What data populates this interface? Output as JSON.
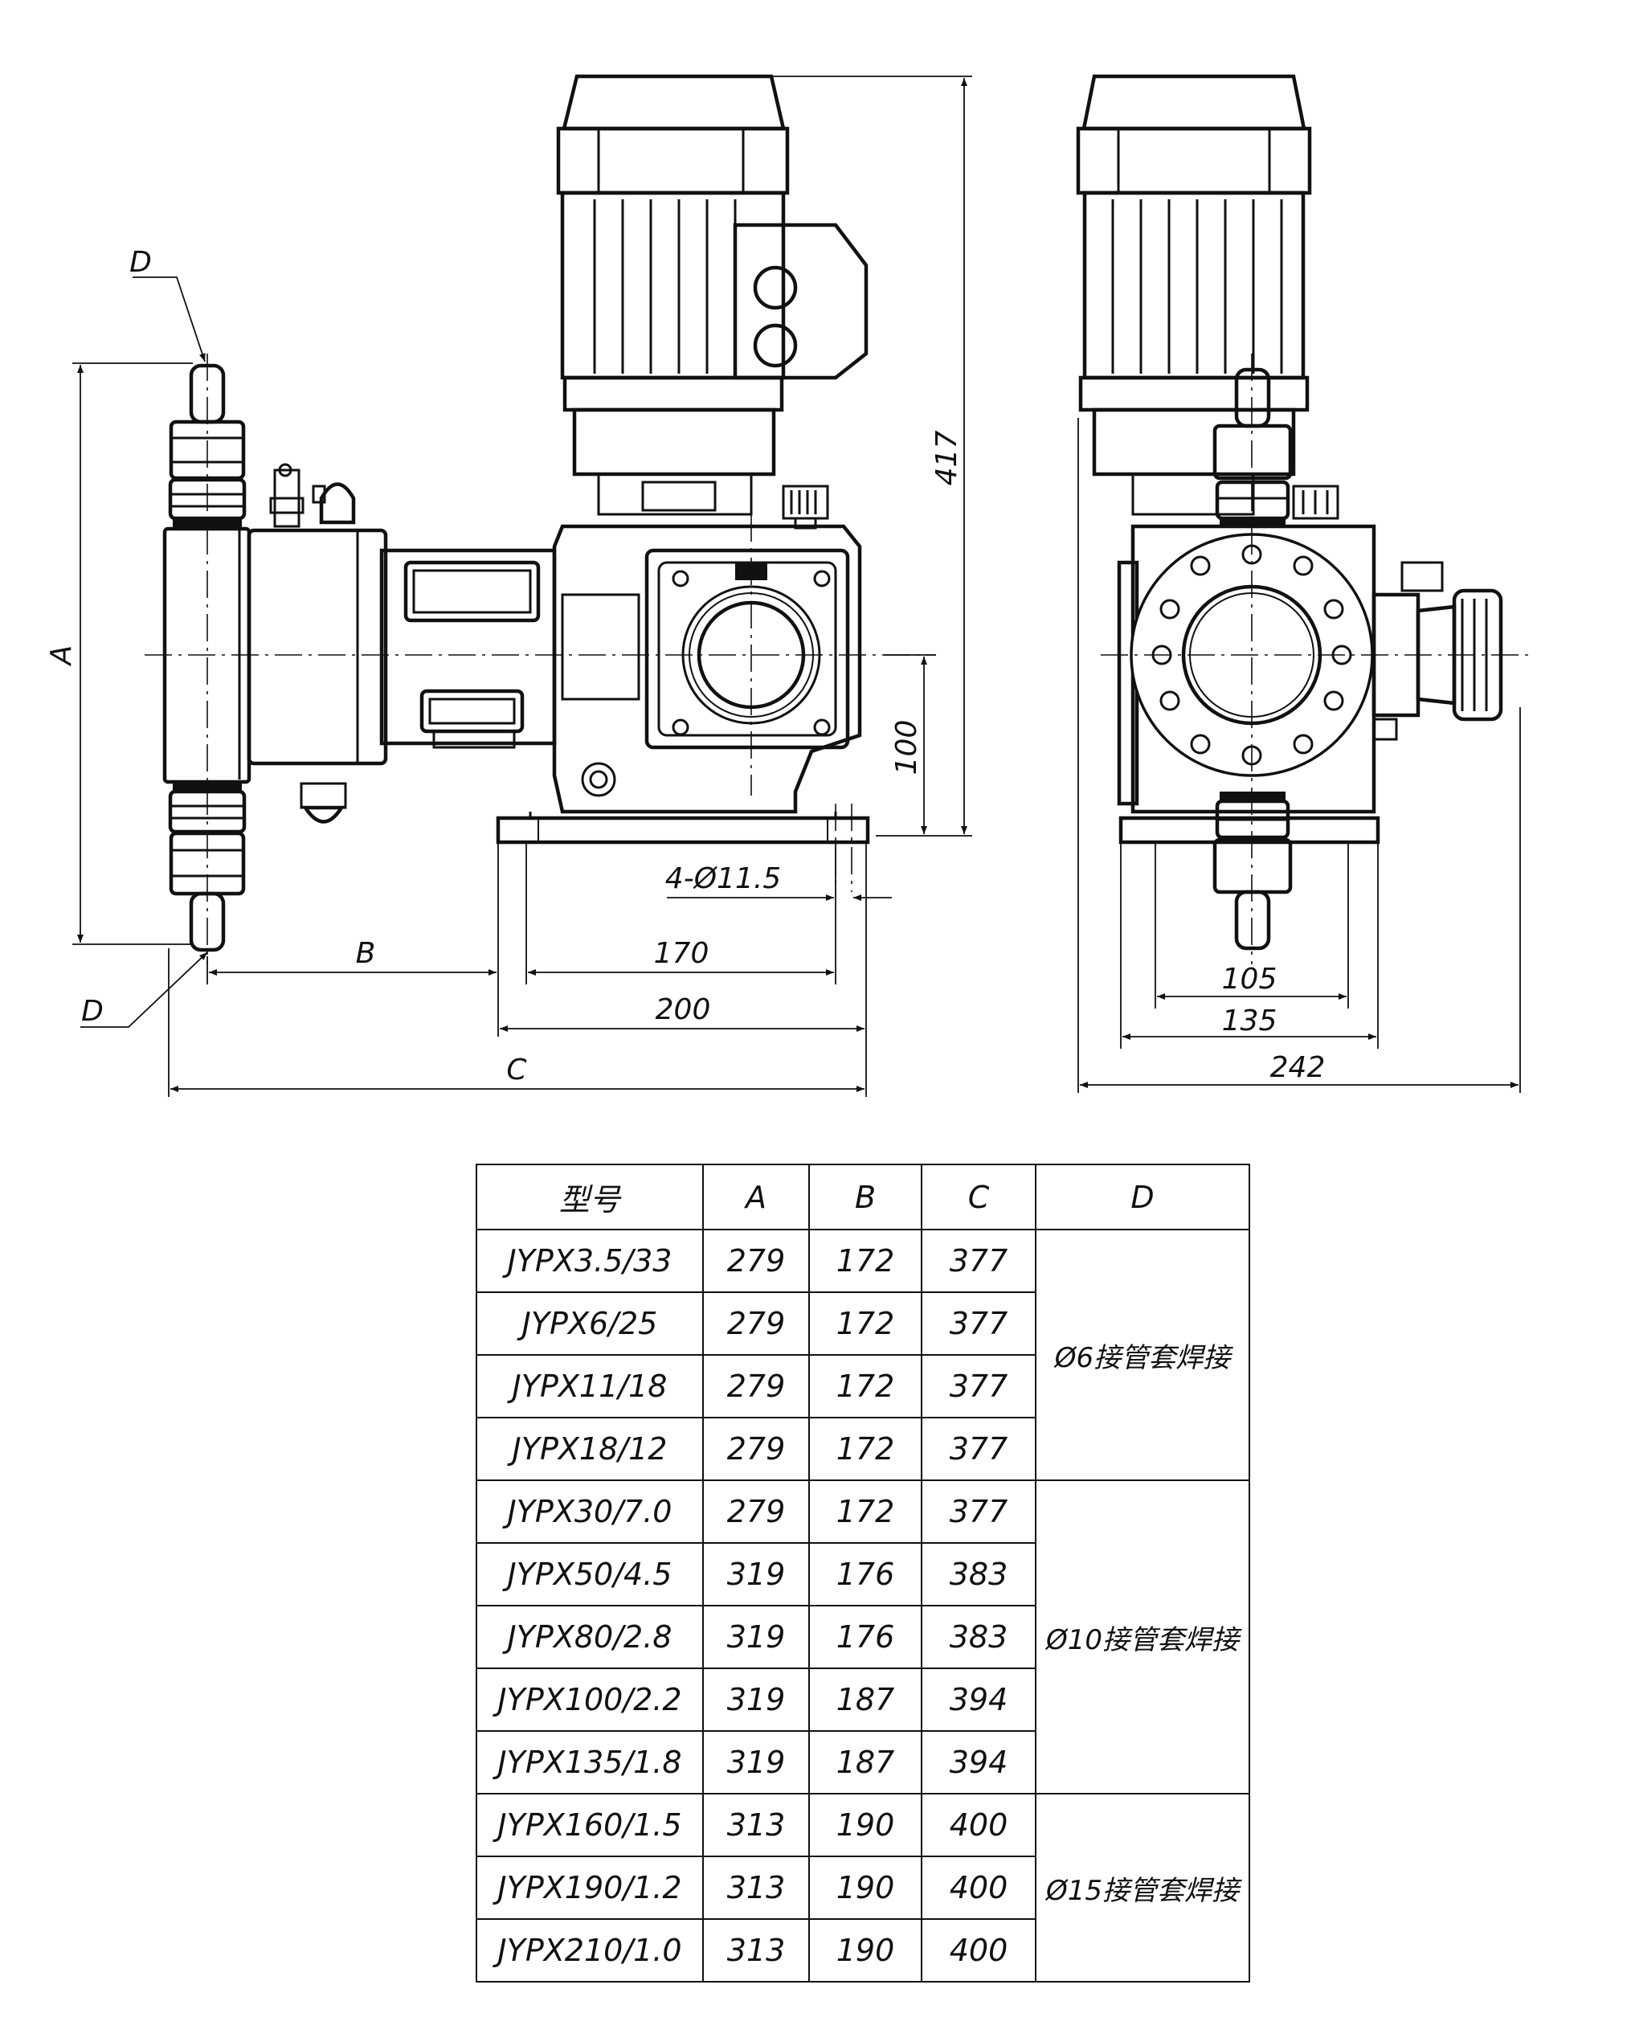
{
  "drawing": {
    "dimensions": {
      "height_total": "417",
      "shaft_height": "100",
      "base_holes": "4-Ø11.5",
      "hole_spacing": "170",
      "base_width": "200",
      "side_hole_spacing": "105",
      "side_base_width": "135",
      "side_total_width": "242"
    },
    "labels": {
      "a": "A",
      "b": "B",
      "c": "C",
      "d_top": "D",
      "d_bottom": "D"
    }
  },
  "table": {
    "headers": [
      "型号",
      "A",
      "B",
      "C",
      "D"
    ],
    "rows": [
      [
        "JYPX3.5/33",
        "279",
        "172",
        "377"
      ],
      [
        "JYPX6/25",
        "279",
        "172",
        "377"
      ],
      [
        "JYPX11/18",
        "279",
        "172",
        "377"
      ],
      [
        "JYPX18/12",
        "279",
        "172",
        "377"
      ],
      [
        "JYPX30/7.0",
        "279",
        "172",
        "377"
      ],
      [
        "JYPX50/4.5",
        "319",
        "176",
        "383"
      ],
      [
        "JYPX80/2.8",
        "319",
        "176",
        "383"
      ],
      [
        "JYPX100/2.2",
        "319",
        "187",
        "394"
      ],
      [
        "JYPX135/1.8",
        "319",
        "187",
        "394"
      ],
      [
        "JYPX160/1.5",
        "313",
        "190",
        "400"
      ],
      [
        "JYPX190/1.2",
        "313",
        "190",
        "400"
      ],
      [
        "JYPX210/1.0",
        "313",
        "190",
        "400"
      ]
    ],
    "connections": [
      "Ø6接管套焊接",
      "Ø10接管套焊接",
      "Ø15接管套焊接"
    ]
  }
}
